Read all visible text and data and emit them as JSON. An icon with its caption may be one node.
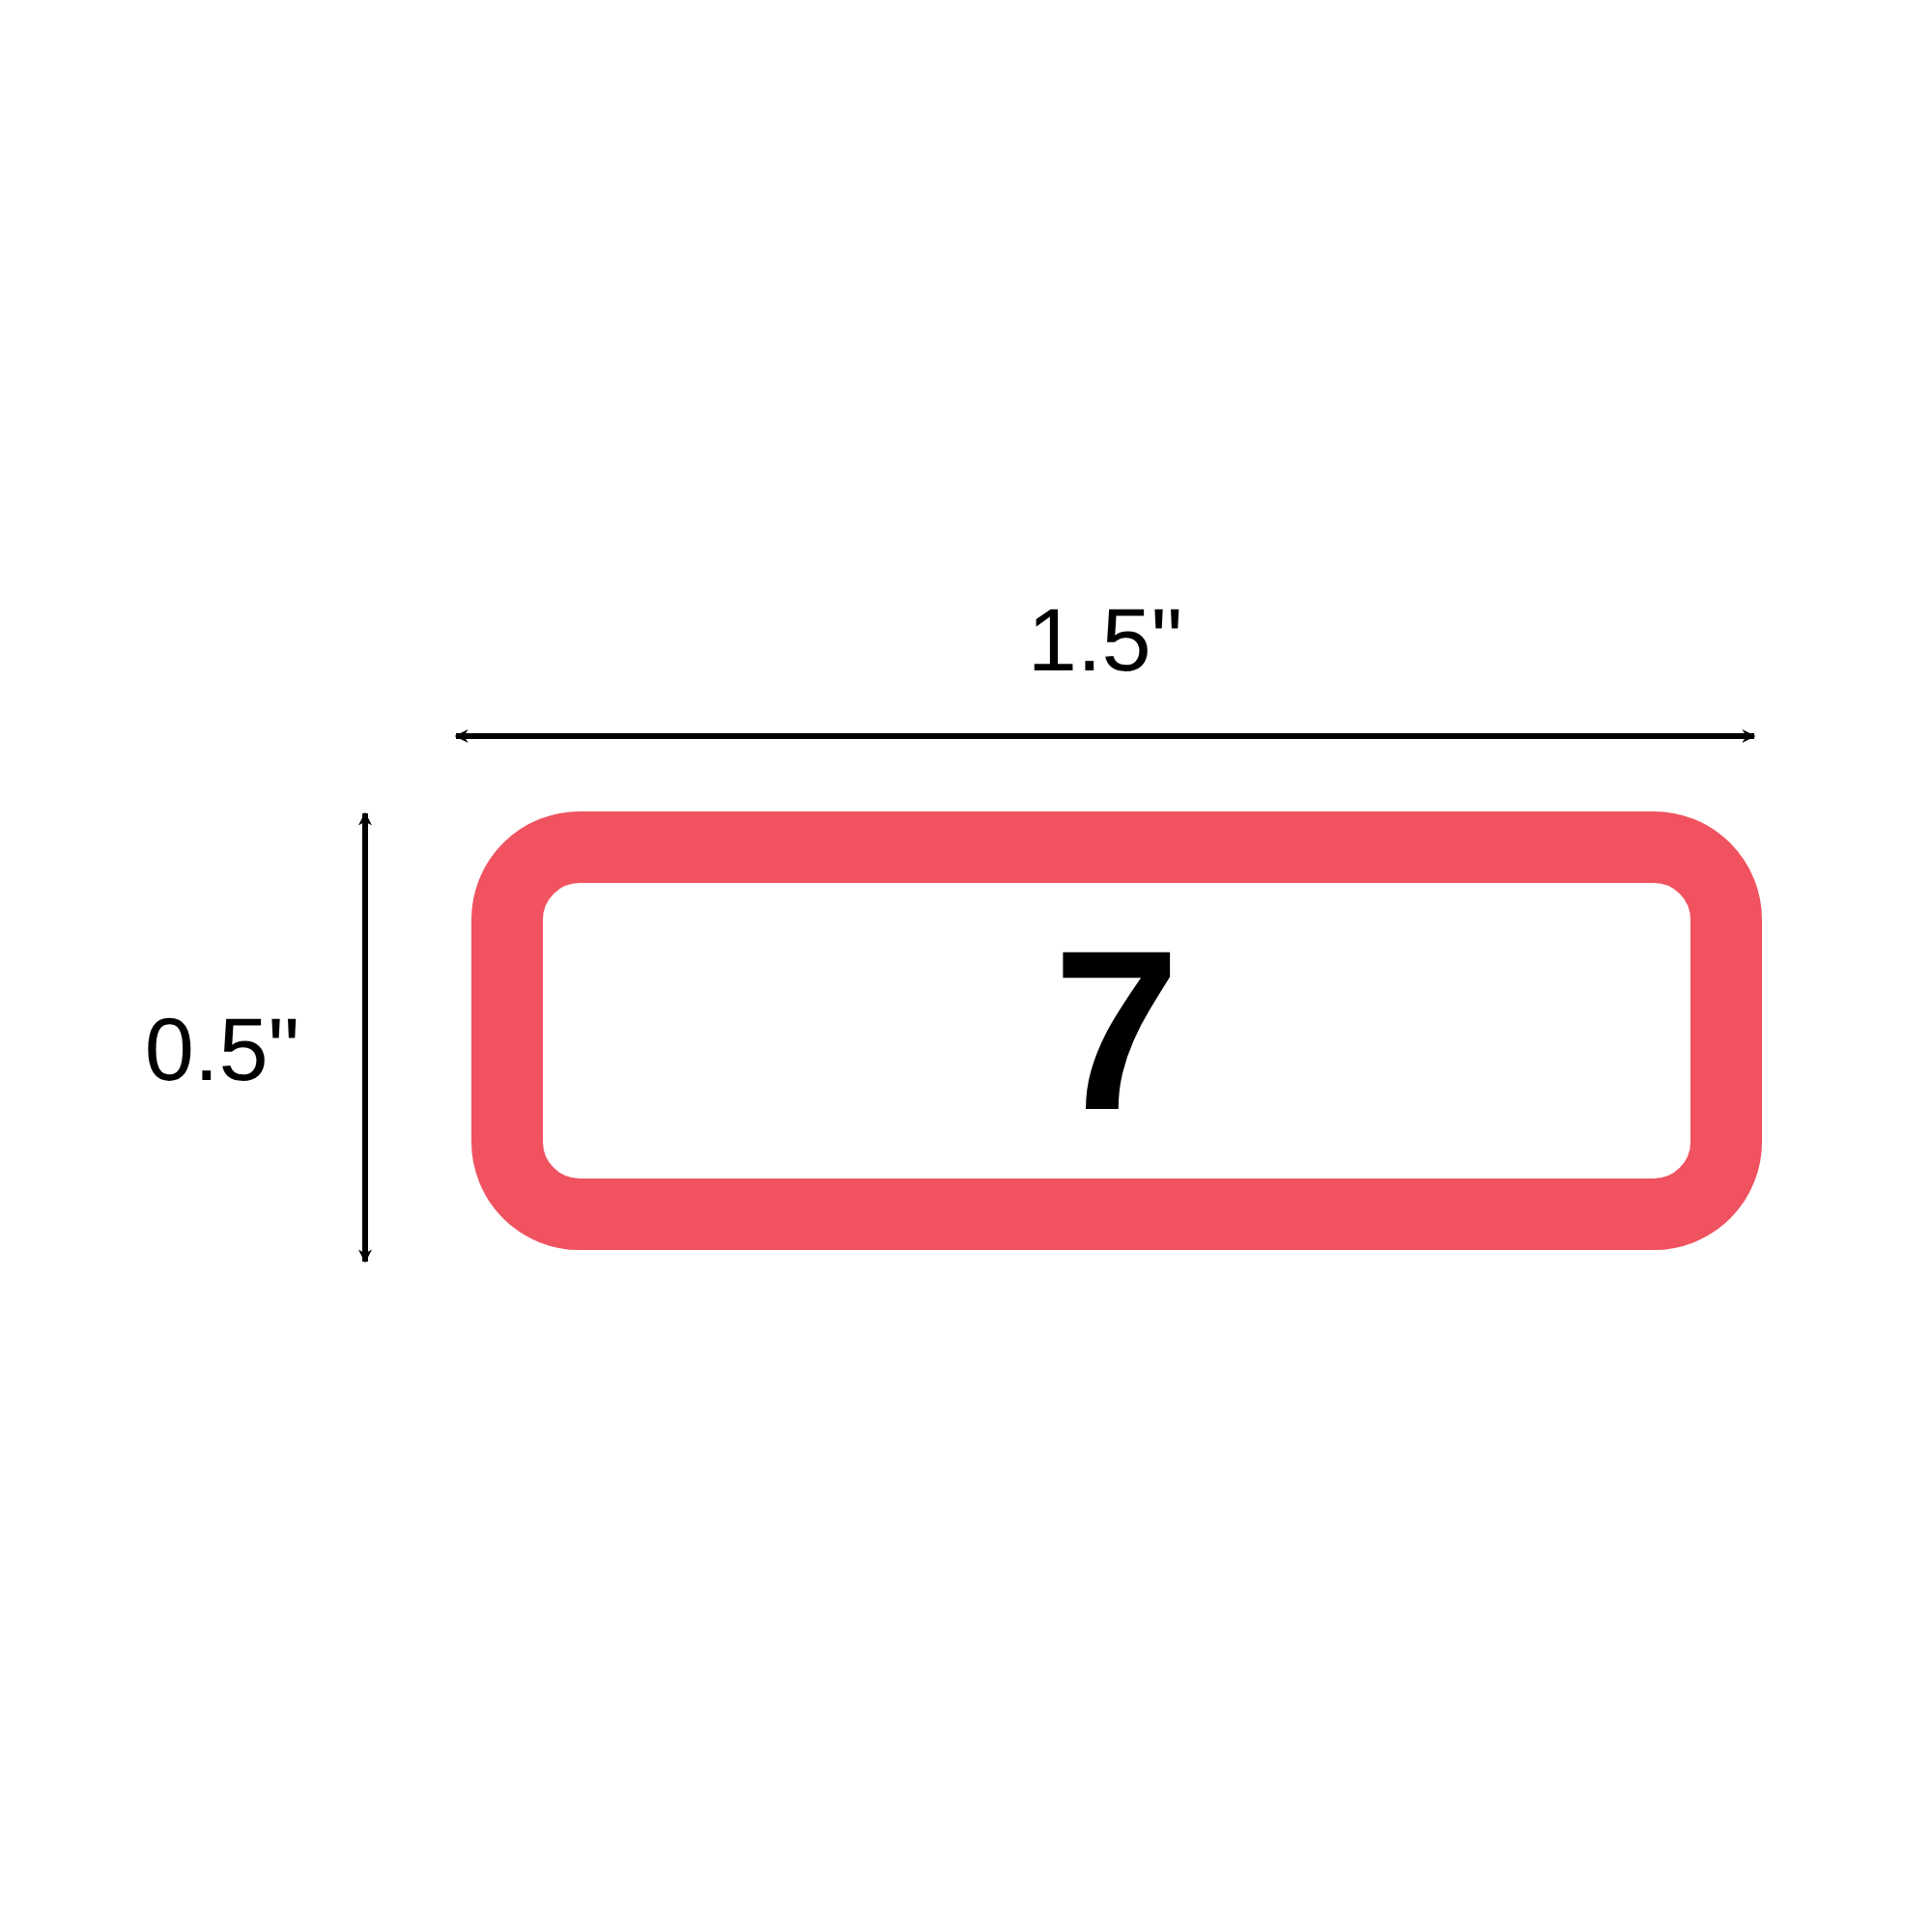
{
  "diagram": {
    "nodes": [
      {
        "text": [
          "7"
        ]
      }
    ],
    "labels": [
      "1.5\"",
      "0.5\""
    ]
  }
}
